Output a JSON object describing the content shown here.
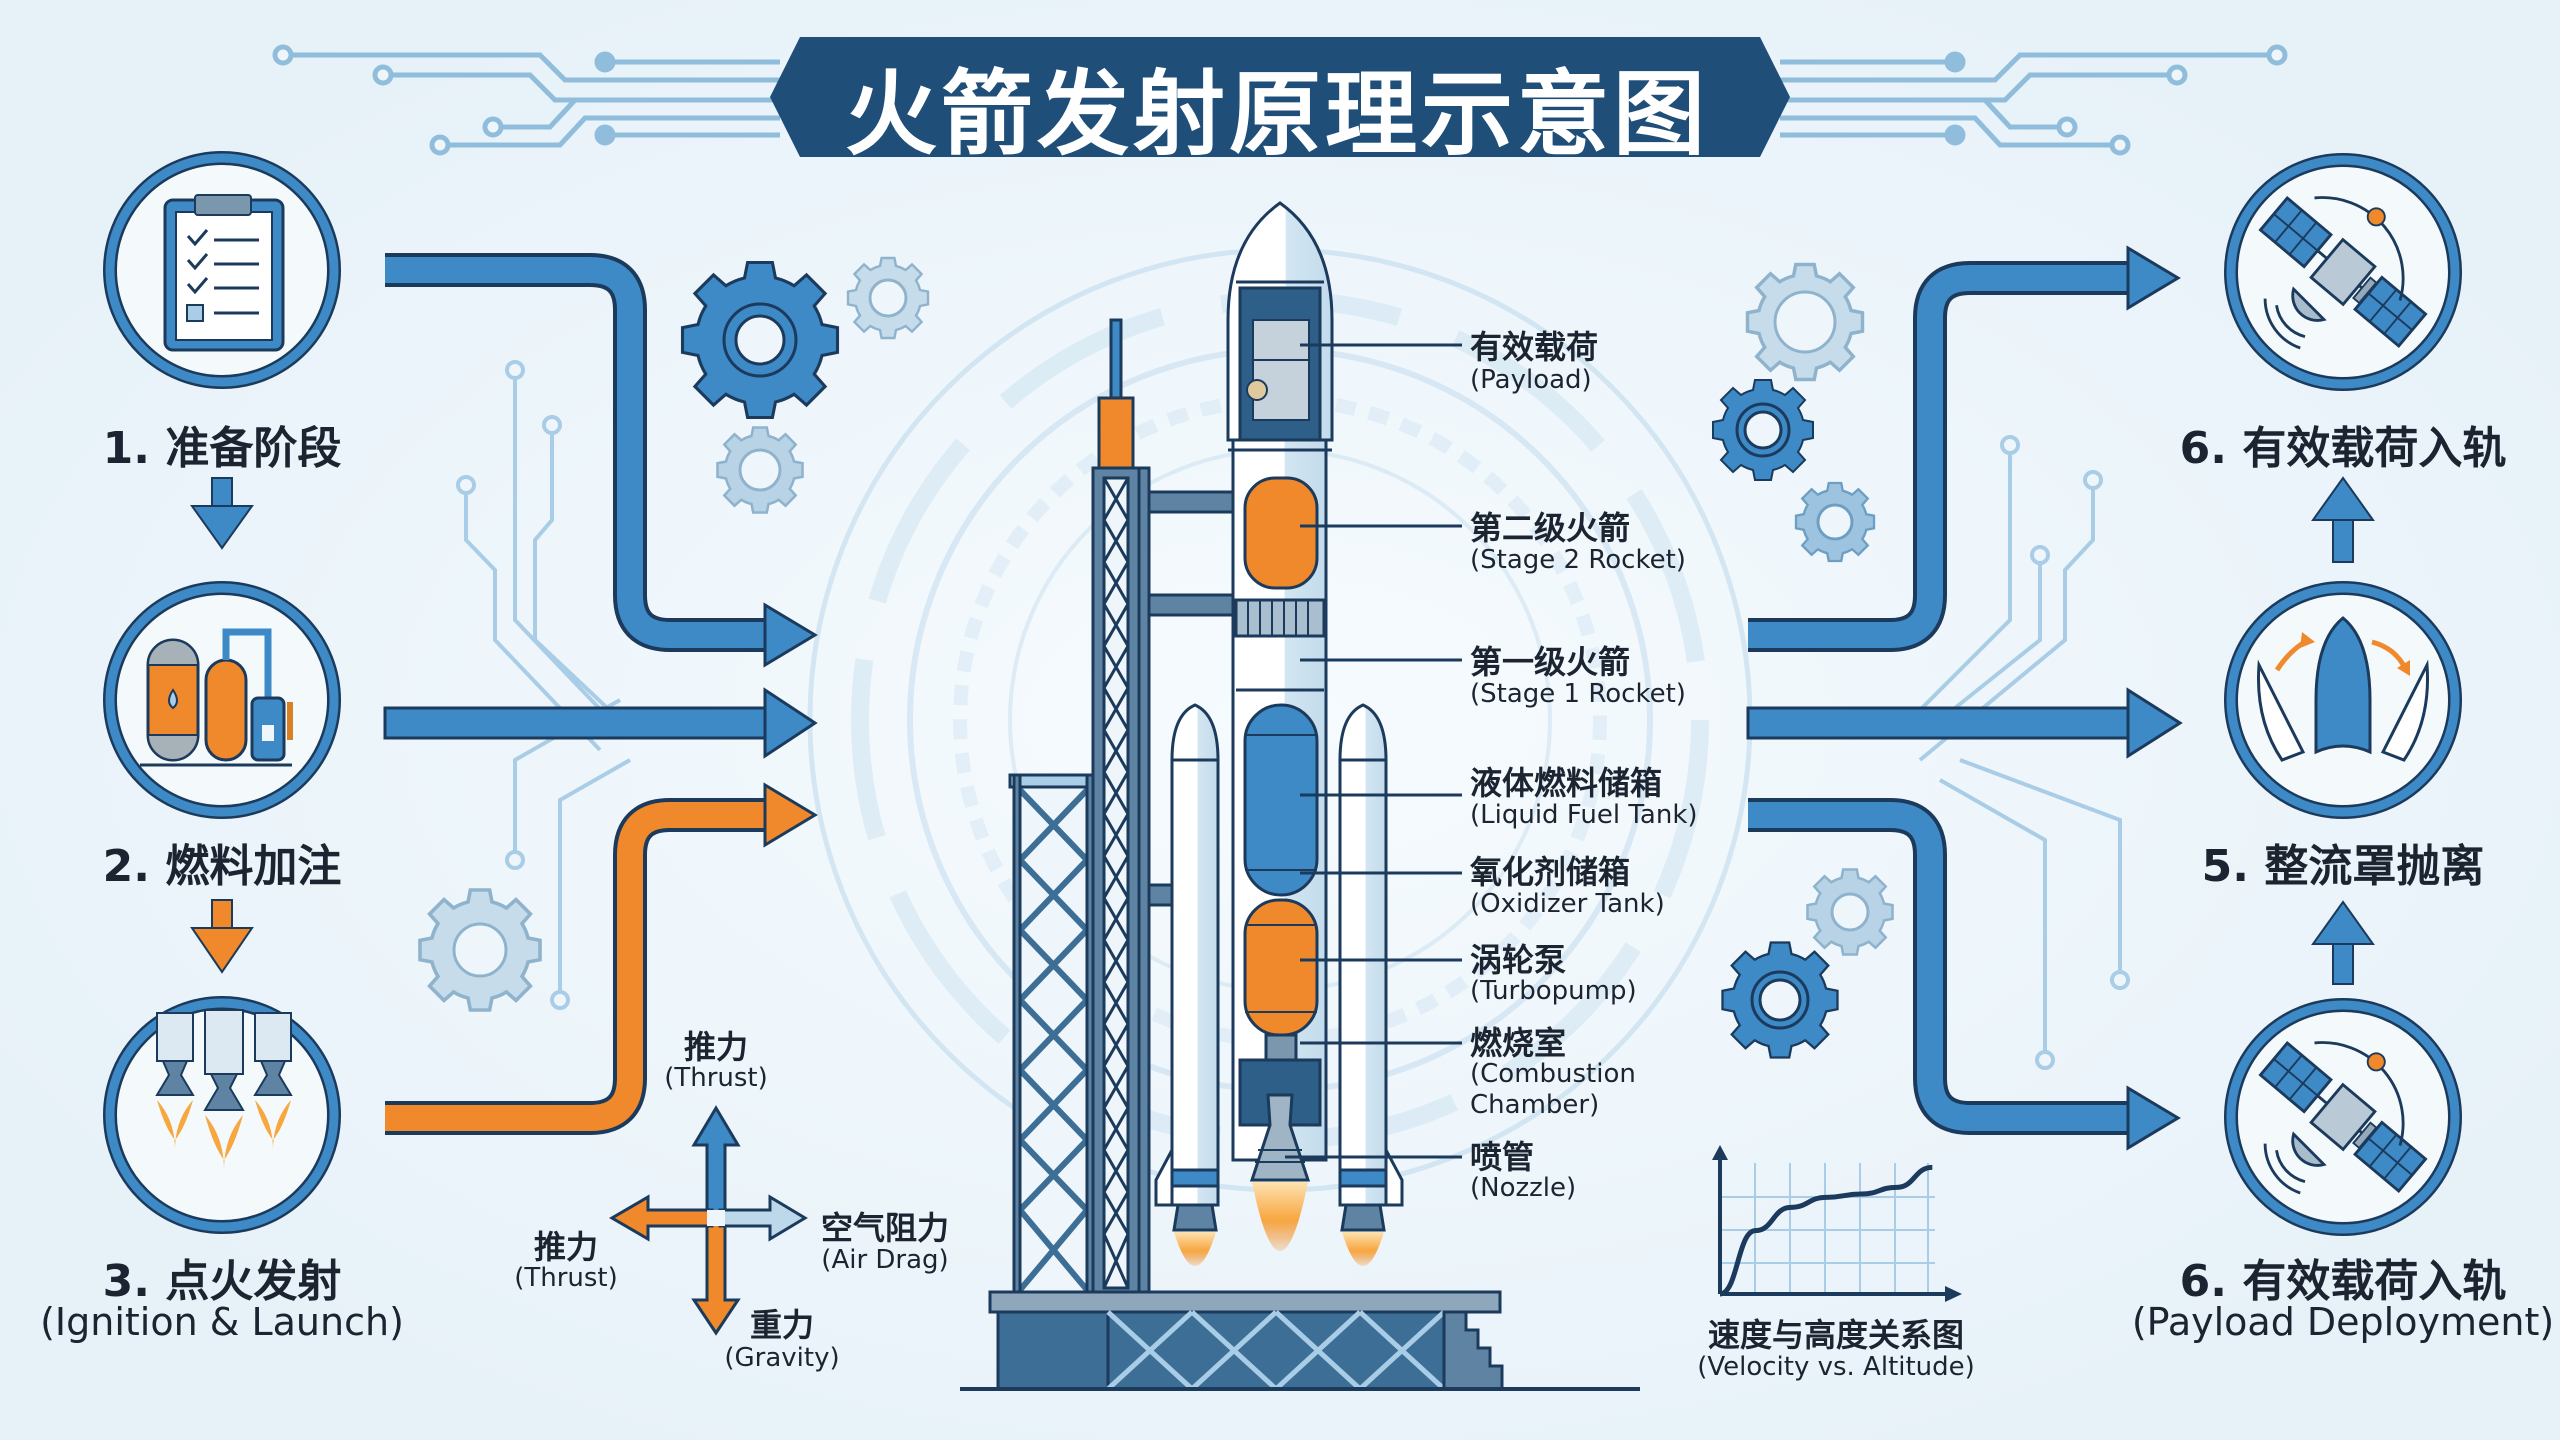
{
  "title": "火箭发射原理示意图",
  "colors": {
    "background": "#eef6fb",
    "banner": "#1f4e79",
    "primary_blue": "#3d8ac7",
    "dark_navy": "#1b3a5c",
    "accent_orange": "#f0892b",
    "light_blue": "#a9cde6",
    "text": "#1b2430"
  },
  "left_steps": [
    {
      "number": "1.",
      "label": "1. 准备阶段",
      "icon": "clipboard-checklist-icon"
    },
    {
      "number": "2.",
      "label": "2. 燃料加注",
      "icon": "fuel-tanks-icon"
    },
    {
      "number": "3.",
      "label": "3. 点火发射",
      "sublabel": "(Ignition & Launch)",
      "icon": "rocket-engines-firing-icon"
    }
  ],
  "right_steps": [
    {
      "label": "6. 有效载荷入轨",
      "icon": "satellite-orbit-icon"
    },
    {
      "label": "5. 整流罩抛离",
      "icon": "fairing-separation-icon"
    },
    {
      "label": "6. 有效载荷入轨",
      "sublabel": "(Payload Deployment)",
      "icon": "satellite-orbit-icon"
    }
  ],
  "rocket_parts": [
    {
      "zh": "有效载荷",
      "en": "(Payload)"
    },
    {
      "zh": "第二级火箭",
      "en": "(Stage 2 Rocket)"
    },
    {
      "zh": "第一级火箭",
      "en": "(Stage 1 Rocket)"
    },
    {
      "zh": "液体燃料储箱",
      "en": "(Liquid Fuel Tank)"
    },
    {
      "zh": "氧化剂储箱",
      "en": "(Oxidizer Tank)"
    },
    {
      "zh": "涡轮泵",
      "en": "(Turbopump)"
    },
    {
      "zh": "燃烧室",
      "en": "(Combustion",
      "en2": "Chamber)"
    },
    {
      "zh": "喷管",
      "en": "(Nozzle)"
    }
  ],
  "forces": {
    "up": {
      "zh": "推力",
      "en": "(Thrust)"
    },
    "left": {
      "zh": "推力",
      "en": "(Thrust)"
    },
    "right": {
      "zh": "空气阻力",
      "en": "(Air Drag)"
    },
    "down": {
      "zh": "重力",
      "en": "(Gravity)"
    }
  },
  "chart": {
    "title": "速度与高度关系图",
    "subtitle": "(Velocity vs. Altitude)"
  },
  "chart_data": {
    "type": "line",
    "title": "速度与高度关系图 (Velocity vs. Altitude)",
    "xlabel": "",
    "ylabel": "",
    "grid": true,
    "x": [
      0,
      1,
      2,
      3,
      4,
      5,
      6
    ],
    "series": [
      {
        "name": "velocity",
        "values": [
          0,
          1.9,
          2.6,
          2.9,
          3.0,
          3.2,
          3.8
        ]
      }
    ],
    "xlim": [
      0,
      6.5
    ],
    "ylim": [
      0,
      4.2
    ],
    "tick_labels": "none"
  }
}
